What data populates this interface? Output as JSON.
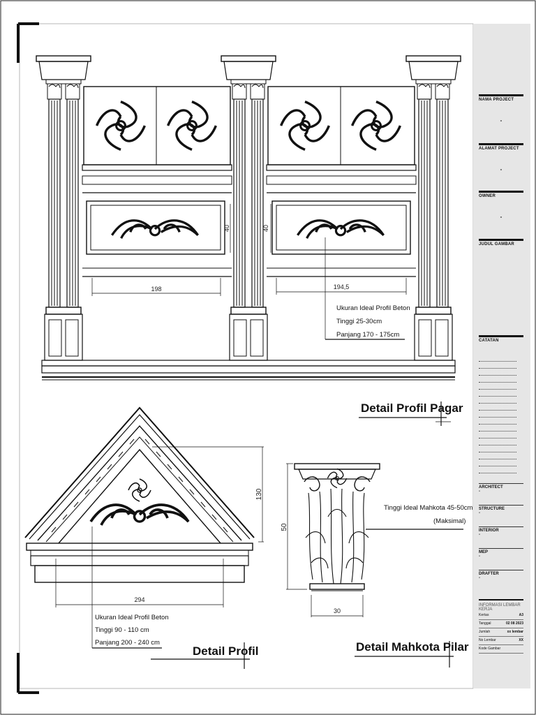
{
  "drawing": {
    "fence": {
      "dim_height_left": "40",
      "dim_height_right": "40",
      "dim_width_left": "198",
      "dim_width_right": "194,5",
      "note": [
        "Ukuran Ideal Profil Beton",
        "Tinggi 25-30cm",
        "Panjang 170 - 175cm"
      ],
      "title": "Detail Profil Pagar"
    },
    "pediment": {
      "dim_height": "130",
      "dim_width": "294",
      "note": [
        "Ukuran Ideal Profil Beton",
        "Tinggi 90 - 110 cm",
        "Panjang 200 - 240 cm"
      ],
      "title": "Detail Profil"
    },
    "capital": {
      "dim_height": "50",
      "dim_width": "30",
      "note": [
        "Tinggi Ideal Mahkota 45-50cm",
        "(Maksimal)"
      ],
      "title": "Detail Mahkota Pilar"
    }
  },
  "title_block": {
    "fields": [
      {
        "label": "NAMA PROJECT",
        "value": "-"
      },
      {
        "label": "ALAMAT PROJECT",
        "value": "-"
      },
      {
        "label": "OWNER",
        "value": "-"
      },
      {
        "label": "JUDUL GAMBAR",
        "value": ""
      }
    ],
    "notes_label": "CATATAN",
    "roles": [
      {
        "label": "ARCHITECT",
        "value": "-"
      },
      {
        "label": "STRUCTURE",
        "value": "-"
      },
      {
        "label": "INTERIOR",
        "value": "-"
      },
      {
        "label": "MEP",
        "value": "-"
      },
      {
        "label": "DRAFTER",
        "value": "-"
      }
    ],
    "info_title": "INFORMASI LEMBAR KERJA",
    "info_rows": [
      {
        "label": "Kertas",
        "value": "A3"
      },
      {
        "label": "Tanggal",
        "value": "02 08 2023"
      },
      {
        "label": "Jumlah",
        "value": "xx lembar"
      },
      {
        "label": "No Lembar",
        "value": "XX"
      },
      {
        "label": "Kode Gambar",
        "value": ""
      }
    ]
  }
}
